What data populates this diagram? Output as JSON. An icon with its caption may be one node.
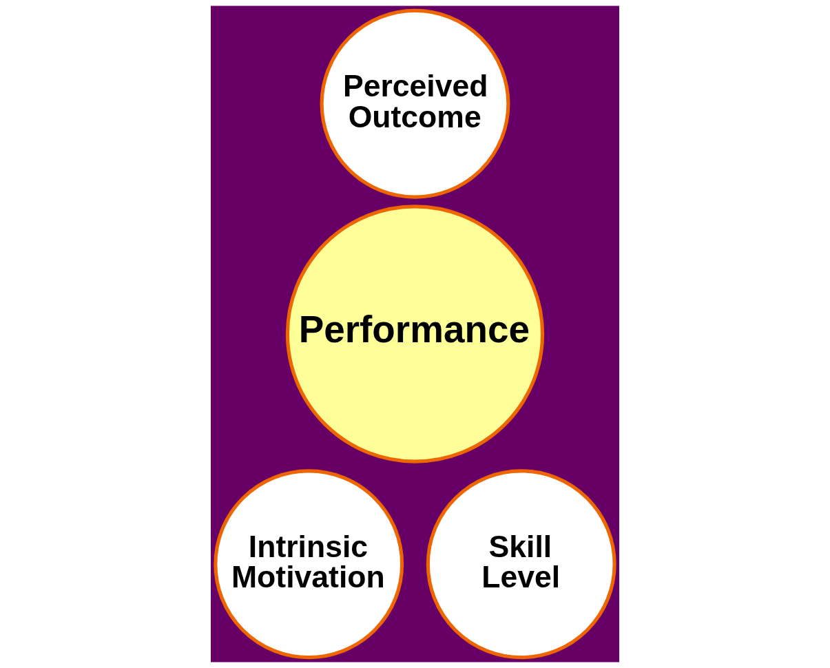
{
  "diagram": {
    "nodes": [
      {
        "text": [
          "Perceived Outcome"
        ]
      },
      {
        "text": [
          "Performance"
        ]
      },
      {
        "text": [
          "Intrinsic Motivation"
        ]
      },
      {
        "text": [
          "Skill Level"
        ]
      }
    ]
  }
}
